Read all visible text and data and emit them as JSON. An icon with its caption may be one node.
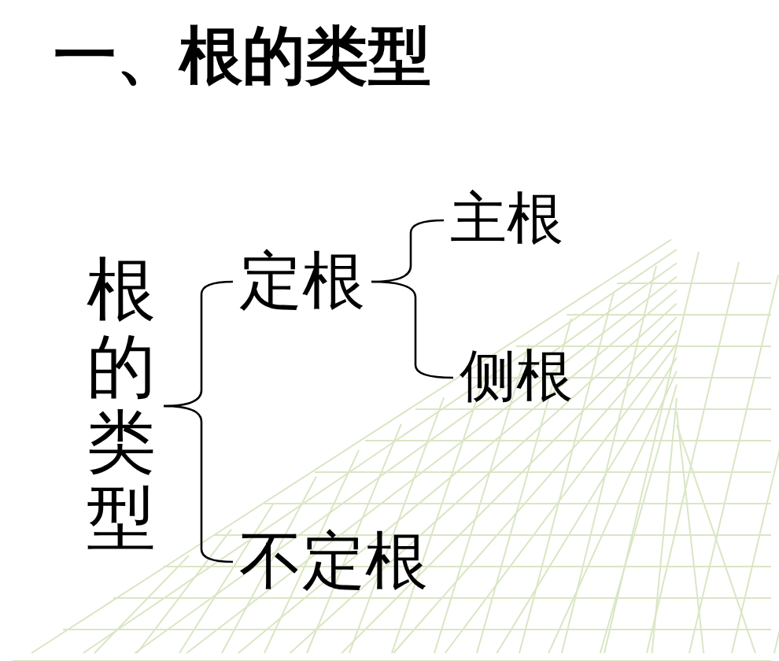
{
  "diagram": {
    "title": "一、根的类型",
    "nodes": [
      {
        "text": [
          "根的类型"
        ]
      },
      {
        "text": [
          "定根"
        ]
      },
      {
        "text": [
          "主根"
        ]
      },
      {
        "text": [
          "侧根"
        ]
      },
      {
        "text": [
          "不定根"
        ]
      }
    ],
    "edges": [
      {
        "from": 0,
        "to": 1,
        "arrow": "none"
      },
      {
        "from": 0,
        "to": 4,
        "arrow": "none"
      },
      {
        "from": 1,
        "to": 2,
        "arrow": "none"
      },
      {
        "from": 1,
        "to": 3,
        "arrow": "none"
      }
    ]
  }
}
